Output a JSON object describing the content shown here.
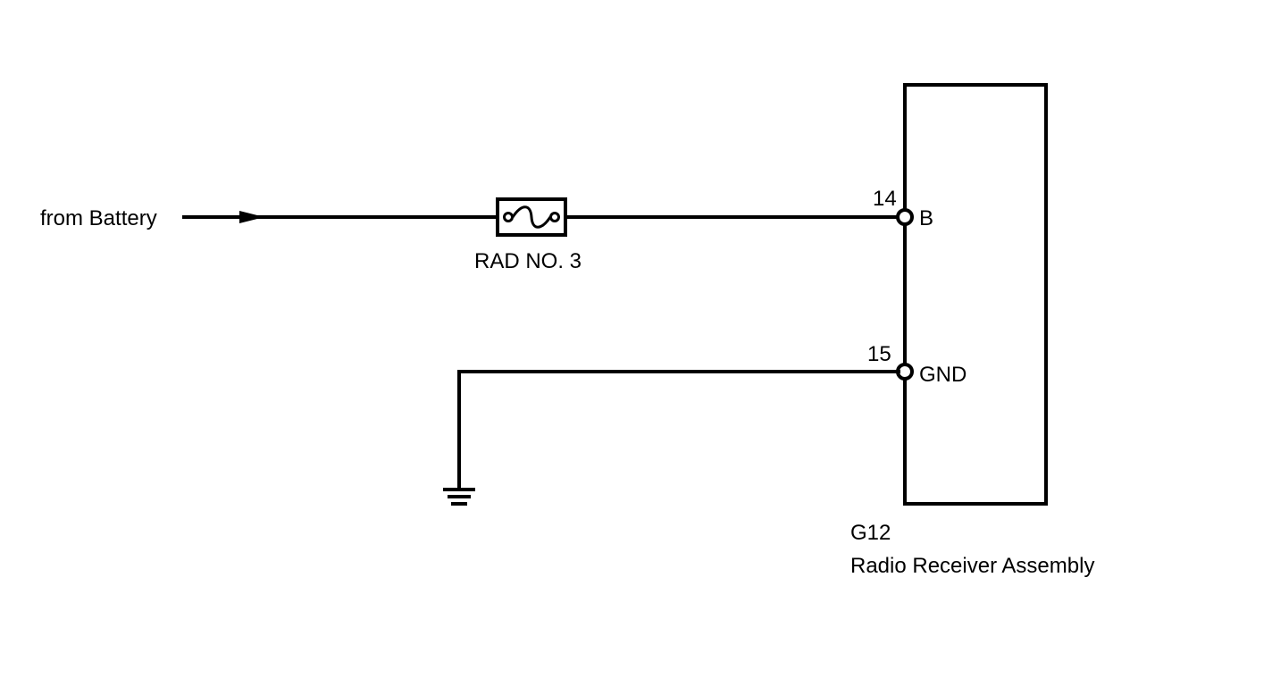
{
  "source": {
    "label": "from Battery"
  },
  "fuse": {
    "label": "RAD NO. 3"
  },
  "component": {
    "code": "G12",
    "name": "Radio Receiver Assembly",
    "pins": [
      {
        "number": "14",
        "name": "B"
      },
      {
        "number": "15",
        "name": "GND"
      }
    ]
  },
  "colors": {
    "line": "#000000",
    "background": "#ffffff"
  }
}
